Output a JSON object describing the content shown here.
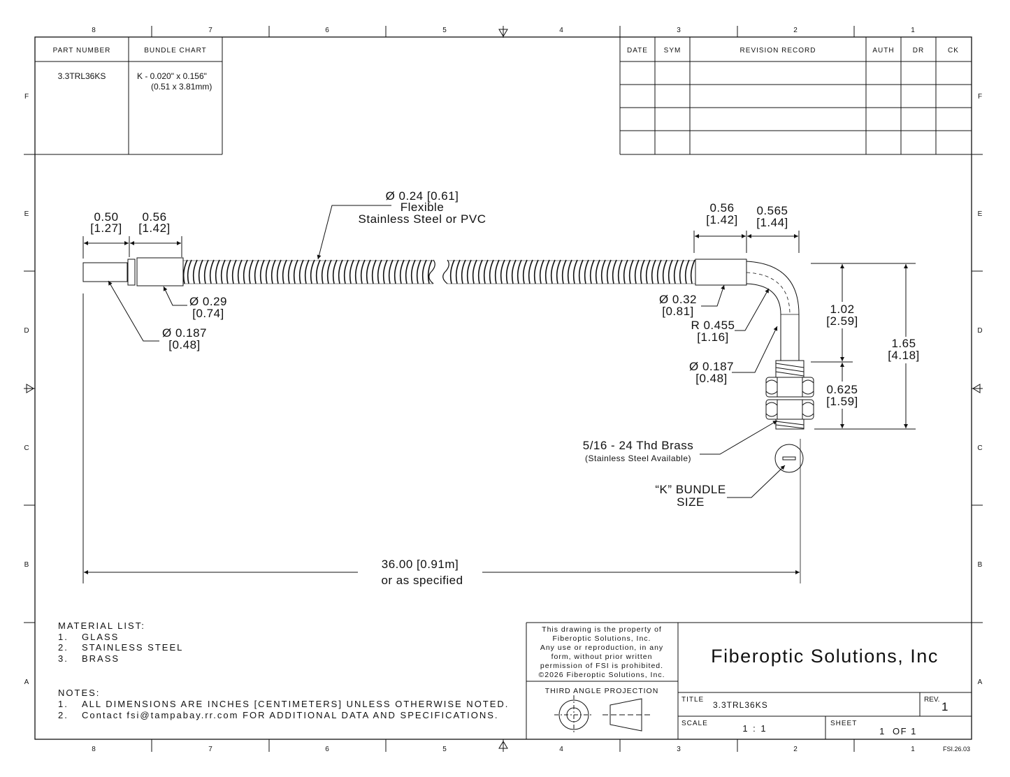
{
  "zones": {
    "columns": [
      "8",
      "7",
      "6",
      "5",
      "4",
      "3",
      "2",
      "1"
    ],
    "rows": [
      "F",
      "E",
      "D",
      "C",
      "B",
      "A"
    ]
  },
  "part_table": {
    "headers": [
      "PART NUMBER",
      "BUNDLE CHART"
    ],
    "part_number": "3.3TRL36KS",
    "bundle_line1": "K - 0.020\" x 0.156\"",
    "bundle_line2": "(0.51 x 3.81mm)"
  },
  "revision_table": {
    "headers": [
      "DATE",
      "SYM",
      "REVISION RECORD",
      "AUTH",
      "DR",
      "CK"
    ]
  },
  "dimensions": {
    "len_050": "0.50",
    "len_050_mm": "[1.27]",
    "len_056": "0.56",
    "len_056_mm": "[1.42]",
    "hose_dia": "Ø 0.24 [0.61]",
    "hose_line2": "Flexible",
    "hose_line3": "Stainless Steel or PVC",
    "dia_029": "Ø 0.29",
    "dia_029_mm": "[0.74]",
    "dia_0187a": "Ø 0.187",
    "dia_0187a_mm": "[0.48]",
    "r_056": "0.56",
    "r_056_mm": "[1.42]",
    "r_0565": "0.565",
    "r_0565_mm": "[1.44]",
    "dia_032": "Ø 0.32",
    "dia_032_mm": "[0.81]",
    "rad_0455": "R 0.455",
    "rad_0455_mm": "[1.16]",
    "dia_0187b": "Ø 0.187",
    "dia_0187b_mm": "[0.48]",
    "h_102": "1.02",
    "h_102_mm": "[2.59]",
    "h_165": "1.65",
    "h_165_mm": "[4.18]",
    "h_0625": "0.625",
    "h_0625_mm": "[1.59]",
    "thread": "5/16 - 24 Thd Brass",
    "thread_sub": "(Stainless Steel Available)",
    "bundle_line1": "“K” BUNDLE",
    "bundle_line2": "SIZE",
    "overall": "36.00 [0.91m]",
    "overall_sub": "or as specified"
  },
  "material_list": {
    "title": "MATERIAL LIST:",
    "items": [
      {
        "num": "1.",
        "text": "GLASS"
      },
      {
        "num": "2.",
        "text": "STAINLESS STEEL"
      },
      {
        "num": "3.",
        "text": "BRASS"
      }
    ]
  },
  "notes": {
    "title": "NOTES:",
    "items": [
      {
        "num": "1.",
        "text": "ALL DIMENSIONS ARE INCHES [CENTIMETERS] UNLESS OTHERWISE NOTED."
      },
      {
        "num": "2.",
        "text": "Contact fsi@tampabay.rr.com FOR ADDITIONAL DATA AND SPECIFICATIONS."
      }
    ]
  },
  "title_block": {
    "property": [
      "This drawing is the property of",
      "Fiberoptic Solutions, Inc.",
      "Any use or reproduction, in any",
      "form, without prior written",
      "permission of FSI is prohibited.",
      "©2026 Fiberoptic Solutions, Inc."
    ],
    "projection": "THIRD ANGLE PROJECTION",
    "company": "Fiberoptic Solutions, Inc",
    "title_label": "TITLE",
    "title_value": "3.3TRL36KS",
    "rev_label": "REV.",
    "rev_value": "1",
    "scale_label": "SCALE",
    "scale_value": "1 : 1",
    "sheet_label": "SHEET",
    "sheet_value": "1  OF 1",
    "form_code": "FSI.26.03"
  }
}
